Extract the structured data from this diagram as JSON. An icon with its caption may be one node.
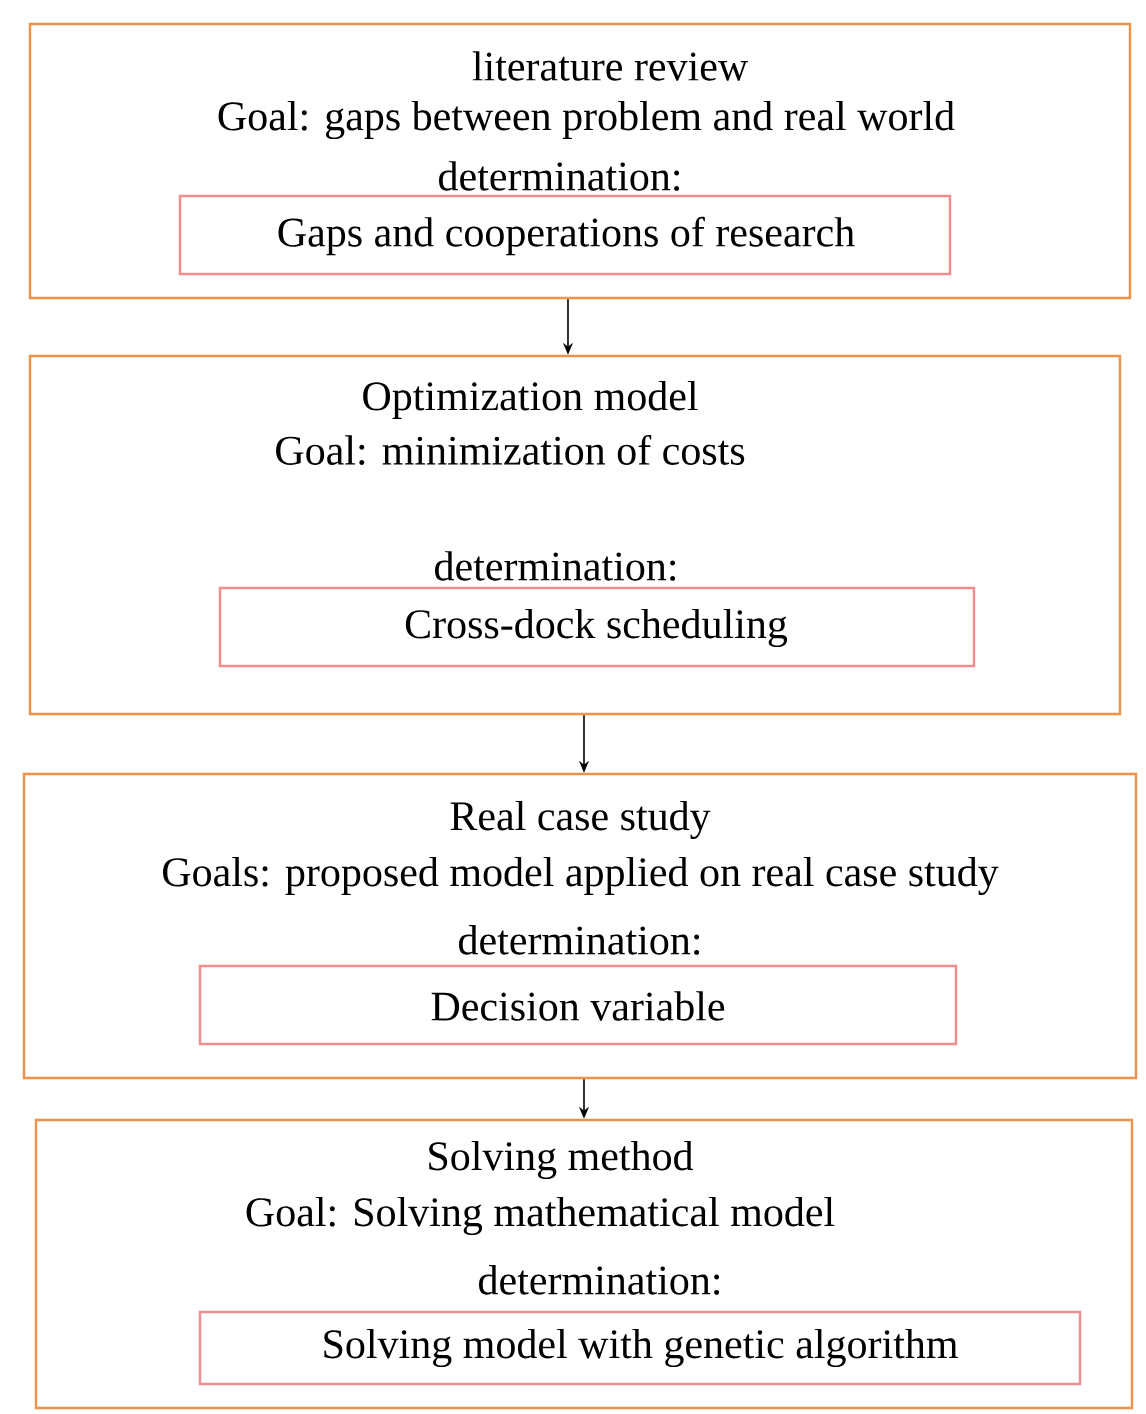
{
  "diagram": {
    "nodes": [
      {
        "text": [
          "literature review",
          "Goal: gaps between problem and real world",
          "determination:"
        ]
      },
      {
        "text": [
          "Gaps and cooperations of research"
        ],
        "in": 0
      },
      {
        "text": [
          "Optimization model",
          "Goal: minimization of costs",
          "determination:"
        ]
      },
      {
        "text": [
          "Cross-dock scheduling"
        ],
        "in": 2
      },
      {
        "text": [
          "Real case study",
          "Goals: proposed model applied on real case study",
          "determination:"
        ]
      },
      {
        "text": [
          "Decision variable"
        ],
        "in": 4
      },
      {
        "text": [
          "Solving method",
          "Goal: Solving mathematical model",
          "determination:"
        ]
      },
      {
        "text": [
          "Solving model with genetic algorithm"
        ],
        "in": 6
      }
    ],
    "edges": [
      {
        "from": 0,
        "to": 2,
        "arrow": "to"
      },
      {
        "from": 2,
        "to": 4,
        "arrow": "to"
      },
      {
        "from": 4,
        "to": 6,
        "arrow": "to"
      }
    ]
  }
}
